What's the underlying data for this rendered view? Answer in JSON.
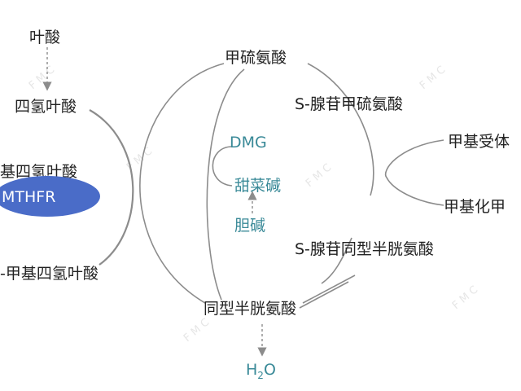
{
  "colors": {
    "line": "#8c8c8c",
    "text": "#222222",
    "teal": "#3a8a98",
    "pill": "#4a6cc8",
    "pill_text": "#ffffff"
  },
  "folate_cycle": {
    "folic_acid": "叶酸",
    "thf": "四氢叶酸",
    "methylene_thf": "基四氢叶酸",
    "enzyme": "MTHFR",
    "methyl_thf": "-甲基四氢叶酸"
  },
  "methionine_cycle": {
    "methionine": "甲硫氨酸",
    "sam": "S-腺苷甲硫氨酸",
    "sah": "S-腺苷同型半胱氨酸",
    "homocysteine": "同型半胱氨酸",
    "water_main": "H",
    "water_sub": "2",
    "water_tail": "O"
  },
  "betaine_path": {
    "dmg": "DMG",
    "betaine": "甜菜碱",
    "choline": "胆碱"
  },
  "methyl_transfer": {
    "acceptor": "甲基受体",
    "methylated": "甲基化甲"
  },
  "watermark": {
    "text": "F    M    C"
  }
}
